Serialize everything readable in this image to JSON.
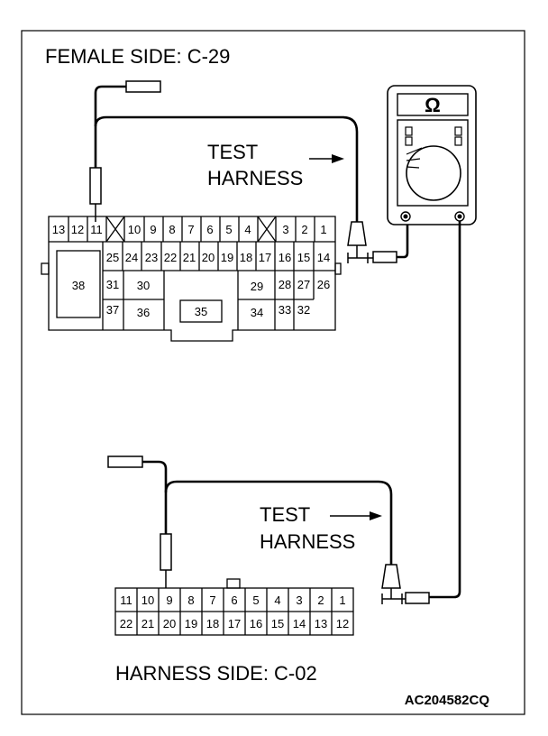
{
  "female_connector": {
    "title": "FEMALE SIDE: C-29",
    "row1": [
      "13",
      "12",
      "11",
      "10",
      "9",
      "8",
      "7",
      "6",
      "5",
      "4",
      "3",
      "2",
      "1"
    ],
    "row2": [
      "25",
      "24",
      "23",
      "22",
      "21",
      "20",
      "19",
      "18",
      "17",
      "16",
      "15",
      "14"
    ],
    "row3": [
      "38",
      "31",
      "30",
      "29",
      "28",
      "27",
      "26"
    ],
    "row4": [
      "37",
      "36",
      "35",
      "34",
      "33",
      "32"
    ]
  },
  "harness_connector": {
    "title": "HARNESS SIDE: C-02",
    "row1": [
      "11",
      "10",
      "9",
      "8",
      "7",
      "6",
      "5",
      "4",
      "3",
      "2",
      "1"
    ],
    "row2": [
      "22",
      "21",
      "20",
      "19",
      "18",
      "17",
      "16",
      "15",
      "14",
      "13",
      "12"
    ]
  },
  "test_harness_top": {
    "line1": "TEST",
    "line2": "HARNESS"
  },
  "test_harness_bottom": {
    "line1": "TEST",
    "line2": "HARNESS"
  },
  "meter": {
    "symbol": "Ω"
  },
  "figure_code": "AC204582CQ"
}
